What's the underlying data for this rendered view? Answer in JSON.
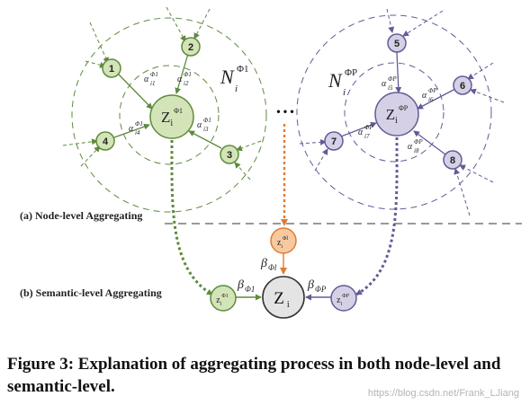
{
  "labels": {
    "node_level": "(a) Node-level Aggregating",
    "semantic_level": "(b) Semantic-level Aggregating"
  },
  "ellipsis": "• • •",
  "caption": "Figure 3: Explanation of aggregating process in both node-level and semantic-level.",
  "watermark": "https://blog.csdn.net/Frank_LJiang",
  "colors": {
    "green_fill": "#d3e4b8",
    "green_stroke": "#5e8a3c",
    "purple_fill": "#d6d0e6",
    "purple_stroke": "#645a96",
    "orange_fill": "#f6c9a0",
    "orange_stroke": "#e07b34",
    "center_gray": "#e4e4e4"
  },
  "left_cluster": {
    "neighborhood": {
      "symbol": "N",
      "sub": "i",
      "sup": "Φ1"
    },
    "center": {
      "base": "Z",
      "sub": "i",
      "sup": "Φ1"
    },
    "nodes": [
      {
        "id": "1",
        "alpha_sub": "i1",
        "alpha_sup": "Φ1"
      },
      {
        "id": "2",
        "alpha_sub": "i2",
        "alpha_sup": "Φ1"
      },
      {
        "id": "3",
        "alpha_sub": "i3",
        "alpha_sup": "Φ1"
      },
      {
        "id": "4",
        "alpha_sub": "i4",
        "alpha_sup": "Φ1"
      }
    ]
  },
  "right_cluster": {
    "neighborhood": {
      "symbol": "N",
      "sub": "i",
      "sup": "ΦP"
    },
    "center": {
      "base": "Z",
      "sub": "i",
      "sup": "ΦP"
    },
    "nodes": [
      {
        "id": "5",
        "alpha_sub": "i5",
        "alpha_sup": "ΦP"
      },
      {
        "id": "6",
        "alpha_sub": "i6",
        "alpha_sup": "ΦP"
      },
      {
        "id": "7",
        "alpha_sub": "i7",
        "alpha_sup": "ΦP"
      },
      {
        "id": "8",
        "alpha_sub": "i8",
        "alpha_sup": "ΦP"
      }
    ]
  },
  "semantic": {
    "left_node": {
      "base": "z",
      "sub": "i",
      "sup": "Φ1"
    },
    "mid_node": {
      "base": "z",
      "sub": "i",
      "sup": "Φl"
    },
    "right_node": {
      "base": "z",
      "sub": "i",
      "sup": "ΦP"
    },
    "final": {
      "base": "Z",
      "sub": "i"
    },
    "betas": [
      {
        "base": "β",
        "sub": "Φ1"
      },
      {
        "base": "β",
        "sub": "Φl"
      },
      {
        "base": "β",
        "sub": "ΦP"
      }
    ]
  }
}
